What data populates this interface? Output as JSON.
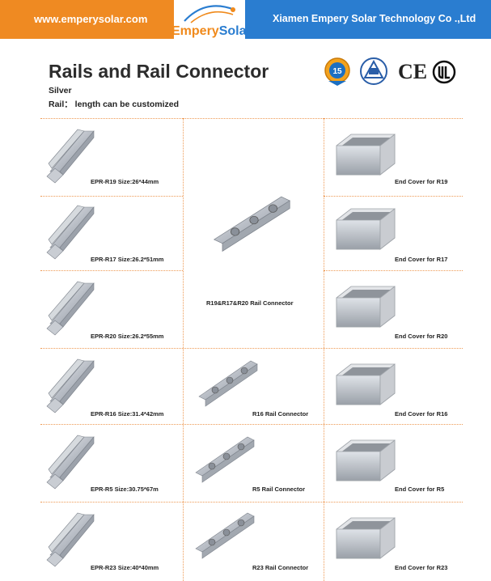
{
  "header": {
    "website": "www.emperysolar.com",
    "company": "Xiamen Empery Solar Technology Co .,Ltd",
    "logo_text_a": "Empery",
    "logo_text_b": "Solar"
  },
  "page": {
    "title": "Rails and Rail Connector",
    "color_note": "Silver",
    "rail_note": "Rail： length can be customized"
  },
  "certifications": {
    "badge_years": "15",
    "ce": "CE",
    "icons": [
      "years-badge-icon",
      "tuv-cert-icon",
      "ce-mark-icon",
      "ul-mark-icon"
    ]
  },
  "rails": [
    {
      "label": "EPR-R19  Size:26*44mm"
    },
    {
      "label": "EPR-R17  Size:26.2*51mm"
    },
    {
      "label": "EPR-R20  Size:26.2*55mm"
    },
    {
      "label": "EPR-R16  Size:31.4*42mm"
    },
    {
      "label": "EPR-R5  Size:30.75*67m"
    },
    {
      "label": "EPR-R23  Size:40*40mm"
    }
  ],
  "connectors": [
    {
      "label": "R19&R17&R20  Rail Connector"
    },
    {
      "label": "R16 Rail Connector"
    },
    {
      "label": "R5 Rail Connector"
    },
    {
      "label": "R23 Rail Connector"
    }
  ],
  "end_covers": [
    {
      "label": "End Cover for R19"
    },
    {
      "label": "End Cover for R17"
    },
    {
      "label": "End Cover for R20"
    },
    {
      "label": "End Cover for R16"
    },
    {
      "label": "End Cover for R5"
    },
    {
      "label": "End Cover for R23"
    }
  ],
  "colors": {
    "orange": "#ef8a22",
    "blue": "#2a7dd0",
    "divider": "#ee9a55"
  }
}
